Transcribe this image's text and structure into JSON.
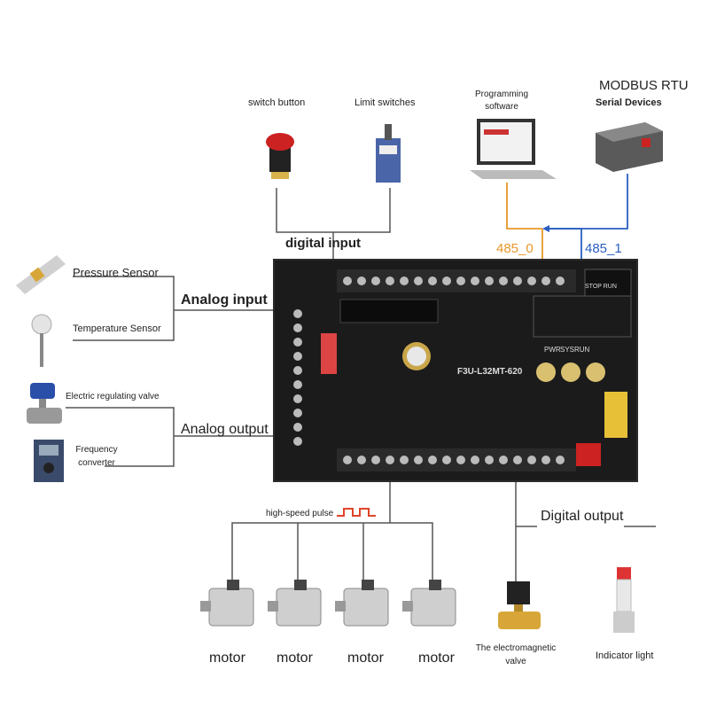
{
  "labels": {
    "switch_button": "switch button",
    "limit_switches": "Limit switches",
    "programming_software": "Programming software",
    "modbus_rtu": "MODBUS RTU",
    "serial_devices": "Serial Devices",
    "digital_input": "digital input",
    "port_485_0": "485_0",
    "port_485_1": "485_1",
    "pressure_sensor": "Pressure Sensor",
    "analog_input": "Analog input",
    "temperature_sensor": "Temperature Sensor",
    "electric_regulating_valve": "Electric regulating valve",
    "analog_output": "Analog output",
    "frequency_converter": "Frequency converter",
    "high_speed_pulse": "high-speed pulse",
    "digital_output": "Digital output",
    "motor": "motor",
    "electromagnetic_valve": "The electromagnetic valve",
    "indicator_light": "Indicator light"
  },
  "board": {
    "model": "F3U-L32MT-620",
    "leds": [
      "PWR",
      "SYS",
      "RUN"
    ],
    "switch": "STOP RUN"
  },
  "colors": {
    "wire_485_0": "#e8962a",
    "wire_485_1": "#2a5fc0",
    "wire_default": "#555555",
    "board": "#1b1b1b",
    "pulse": "#e0442a"
  }
}
